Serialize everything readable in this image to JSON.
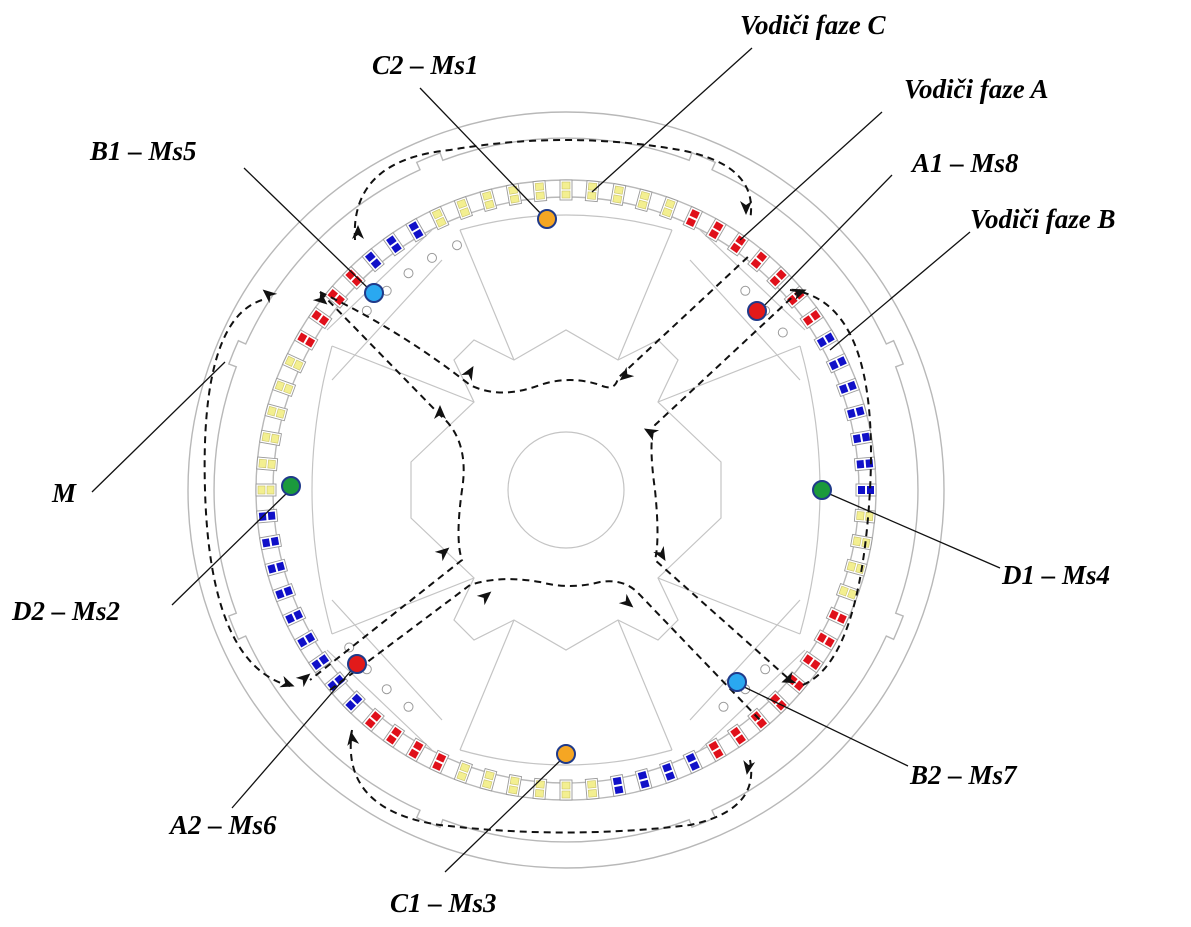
{
  "labels": {
    "vodici_c": "Vodiči faze C",
    "c2_ms1": "C2 – Ms1",
    "vodici_a": "Vodiči faze A",
    "b1_ms5": "B1 – Ms5",
    "a1_ms8": "A1 – Ms8",
    "vodici_b": "Vodiči faze B",
    "m": "M",
    "d1_ms4": "D1 – Ms4",
    "d2_ms2": "D2 – Ms2",
    "b2_ms7": "B2 – Ms7",
    "a2_ms6": "A2 – Ms6",
    "c1_ms3": "C1 – Ms3"
  },
  "colors": {
    "phase_a": "#e0101a",
    "phase_b": "#1010c8",
    "phase_c": "#f3ef90",
    "sensor_c": "#f5a623",
    "sensor_b": "#2aa8f0",
    "sensor_a": "#e21a1a",
    "sensor_d": "#1b9a3c",
    "outline": "#b8b8b8"
  }
}
